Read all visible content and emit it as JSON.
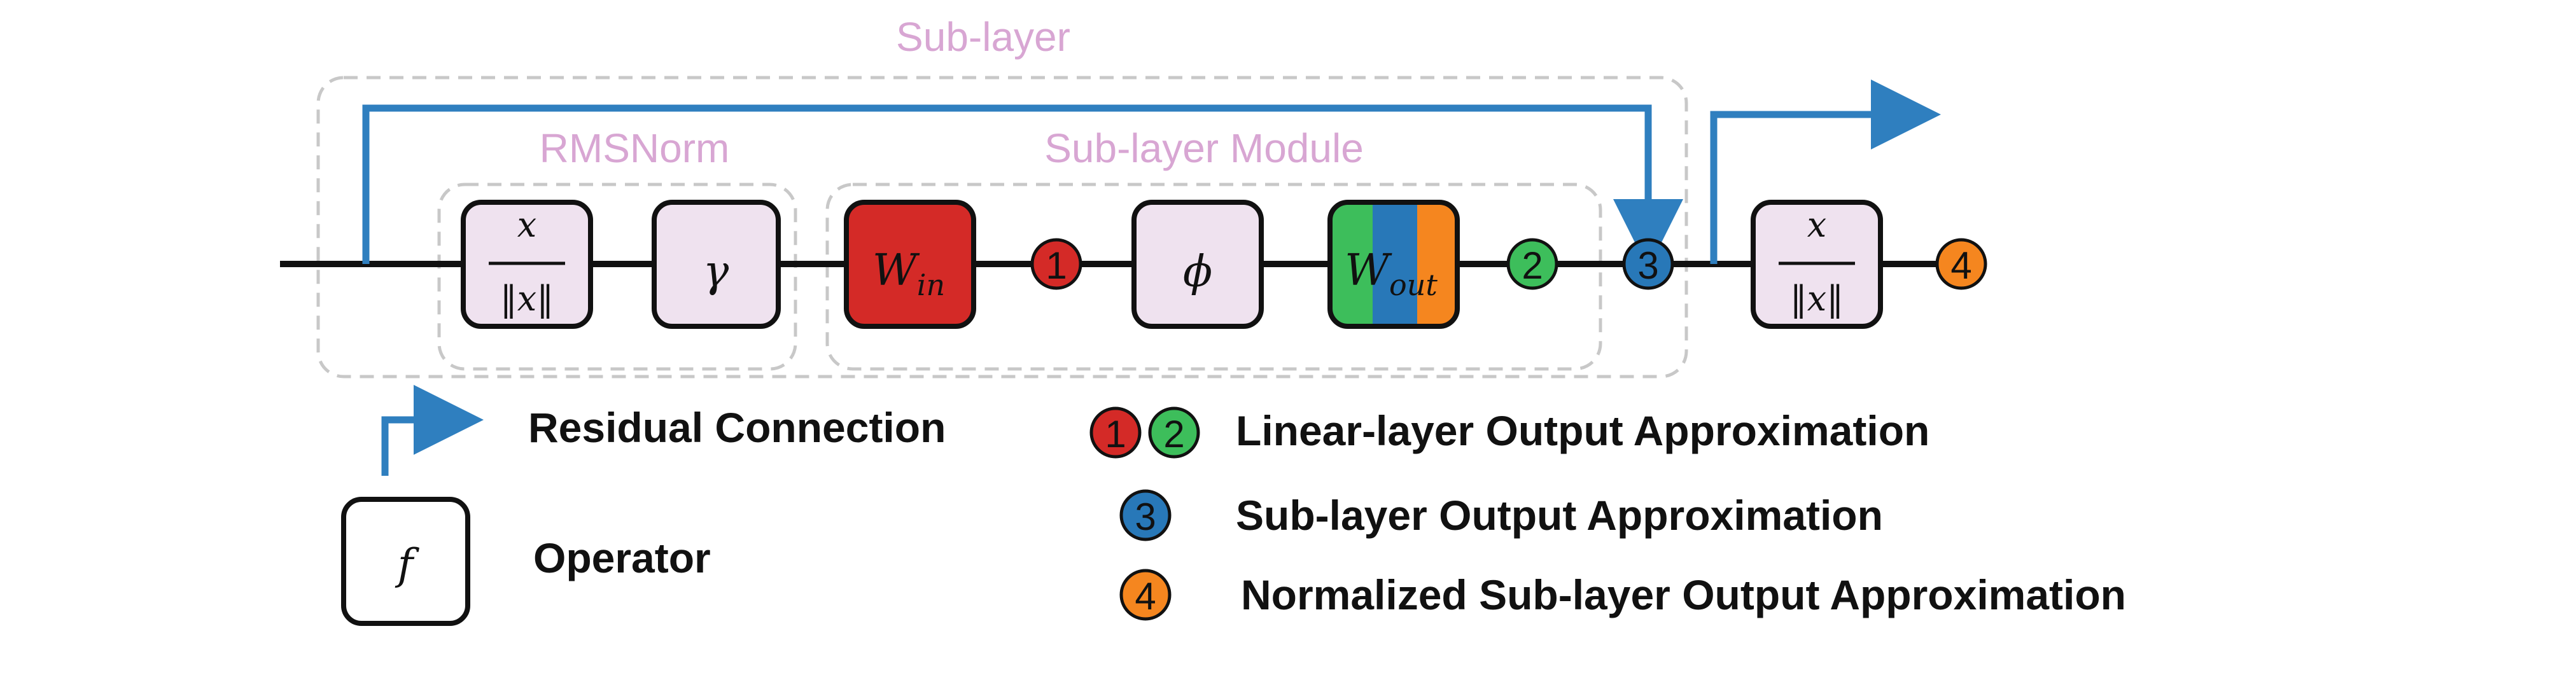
{
  "regions": {
    "sublayer": "Sub-layer",
    "rmsnorm": "RMSNorm",
    "module": "Sub-layer Module"
  },
  "ops": {
    "norm_numerator": "x",
    "norm_denominator": "‖x‖",
    "gamma": "γ",
    "w_in_base": "W",
    "w_in_sub": "in",
    "phi": "ϕ",
    "w_out_base": "W",
    "w_out_sub": "out",
    "operator_f": "f"
  },
  "badges": {
    "one": "1",
    "two": "2",
    "three": "3",
    "four": "4"
  },
  "legend": {
    "residual": "Residual Connection",
    "operator": "Operator",
    "linear": "Linear-layer Output Approximation",
    "sublayer": "Sub-layer Output Approximation",
    "normalized": "Normalized Sub-layer Output Approximation"
  },
  "colors": {
    "arrow_blue": "#2f7fbf",
    "op_fill": "#efe2ef",
    "w_in_red": "#d42a27",
    "w_out_green": "#3dbe5b",
    "w_out_blue": "#2878b8",
    "w_out_orange": "#f5861f",
    "label_purple": "#d8a6d3",
    "dashed_gray": "#c8c8c8"
  }
}
